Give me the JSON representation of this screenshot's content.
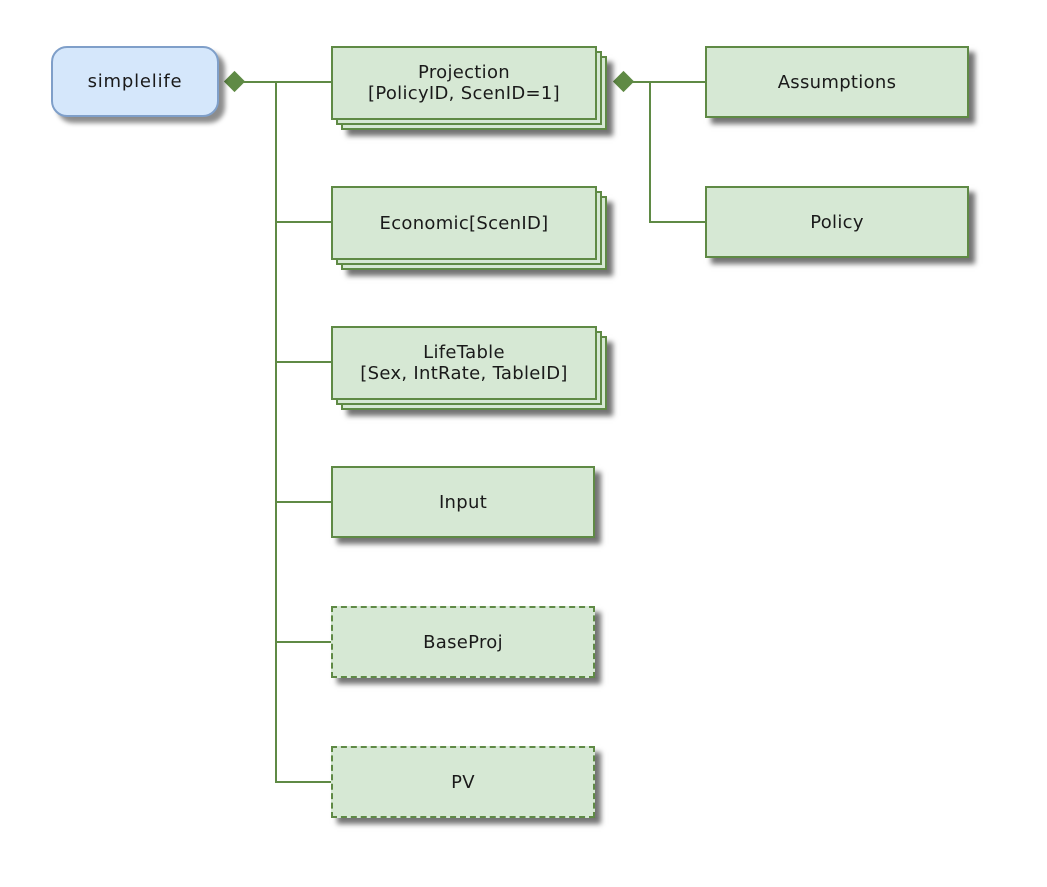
{
  "model": {
    "label": "simplelife"
  },
  "spaces": {
    "projection": {
      "line1": "Projection",
      "line2": "[PolicyID, ScenID=1]"
    },
    "economic": {
      "label": "Economic[ScenID]"
    },
    "lifetable": {
      "line1": "LifeTable",
      "line2": "[Sex, IntRate, TableID]"
    },
    "input": {
      "label": "Input"
    },
    "baseproj": {
      "label": "BaseProj"
    },
    "pv": {
      "label": "PV"
    },
    "assumptions": {
      "label": "Assumptions"
    },
    "policy": {
      "label": "Policy"
    }
  },
  "colors": {
    "space_fill": "#d6e8d4",
    "space_border": "#5f8a45",
    "model_fill": "#d5e7fb",
    "model_border": "#7f9fc9",
    "connector": "#5f8a45"
  }
}
